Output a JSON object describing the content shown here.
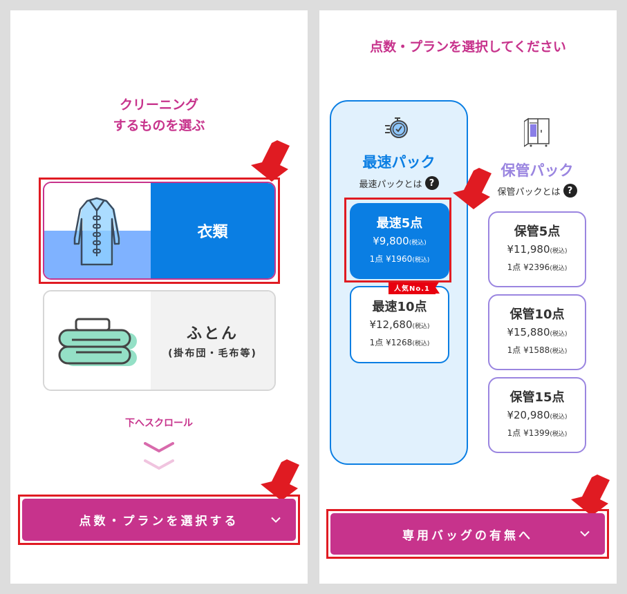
{
  "left_panel": {
    "heading_line1": "クリーニング",
    "heading_line2": "するものを選ぶ",
    "categories": [
      {
        "label": "衣類",
        "icon": "coat-icon",
        "selected": true
      },
      {
        "label": "ふとん",
        "sublabel": "(掛布団・毛布等)",
        "icon": "futon-icon",
        "selected": false
      }
    ],
    "scroll_hint": "下へスクロール",
    "cta_label": "点数・プランを選択する"
  },
  "right_panel": {
    "heading": "点数・プランを選択してください",
    "fast_pack": {
      "title": "最速パック",
      "what_label": "最速パックとは",
      "icon": "stopwatch-icon",
      "plans": [
        {
          "name": "最速5点",
          "price": "¥9,800",
          "tax": "(税込)",
          "unit_prefix": "1点",
          "unit_price": "¥1960",
          "unit_tax": "(税込)",
          "selected": true
        },
        {
          "name": "最速10点",
          "price": "¥12,680",
          "tax": "(税込)",
          "unit_prefix": "1点",
          "unit_price": "¥1268",
          "unit_tax": "(税込)",
          "badge": "人気No.1"
        }
      ]
    },
    "storage_pack": {
      "title": "保管パック",
      "what_label": "保管パックとは",
      "icon": "wardrobe-icon",
      "plans": [
        {
          "name": "保管5点",
          "price": "¥11,980",
          "tax": "(税込)",
          "unit_prefix": "1点",
          "unit_price": "¥2396",
          "unit_tax": "(税込)"
        },
        {
          "name": "保管10点",
          "price": "¥15,880",
          "tax": "(税込)",
          "unit_prefix": "1点",
          "unit_price": "¥1588",
          "unit_tax": "(税込)"
        },
        {
          "name": "保管15点",
          "price": "¥20,980",
          "tax": "(税込)",
          "unit_prefix": "1点",
          "unit_price": "¥1399",
          "unit_tax": "(税込)"
        }
      ]
    },
    "cta_label": "専用バッグの有無へ"
  },
  "colors": {
    "brand_magenta": "#c7338c",
    "fast_blue": "#0a7ee3",
    "fast_bg": "#e1f1fd",
    "storage_purple": "#9a85e0",
    "annotation_red": "#e01b22"
  }
}
